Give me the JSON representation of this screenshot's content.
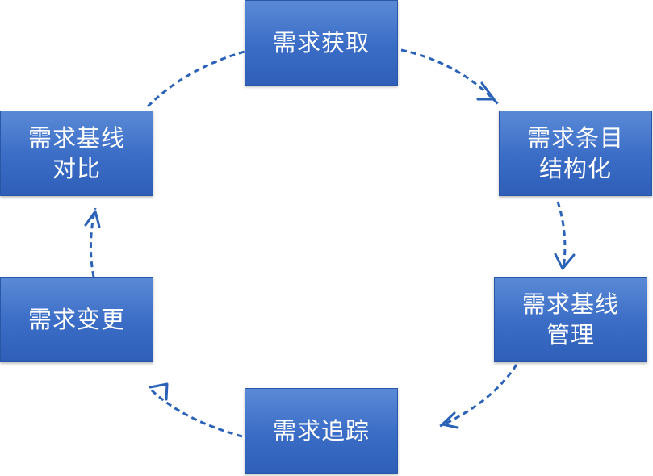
{
  "diagram": {
    "nodes": [
      {
        "id": "n1",
        "label": "需求获取"
      },
      {
        "id": "n2",
        "label": "需求条目\n结构化"
      },
      {
        "id": "n3",
        "label": "需求基线\n管理"
      },
      {
        "id": "n4",
        "label": "需求追踪"
      },
      {
        "id": "n5",
        "label": "需求变更"
      },
      {
        "id": "n6",
        "label": "需求基线\n对比"
      }
    ],
    "edges": [
      {
        "from": "n1",
        "to": "n2"
      },
      {
        "from": "n2",
        "to": "n3"
      },
      {
        "from": "n3",
        "to": "n4"
      },
      {
        "from": "n4",
        "to": "n5"
      },
      {
        "from": "n5",
        "to": "n6"
      },
      {
        "from": "n6",
        "to": "n1"
      }
    ],
    "colors": {
      "node_fill": "#3a6cc6",
      "node_text": "#ffffff",
      "arrow": "#2a62b8"
    },
    "arrow_style": "dashed"
  }
}
